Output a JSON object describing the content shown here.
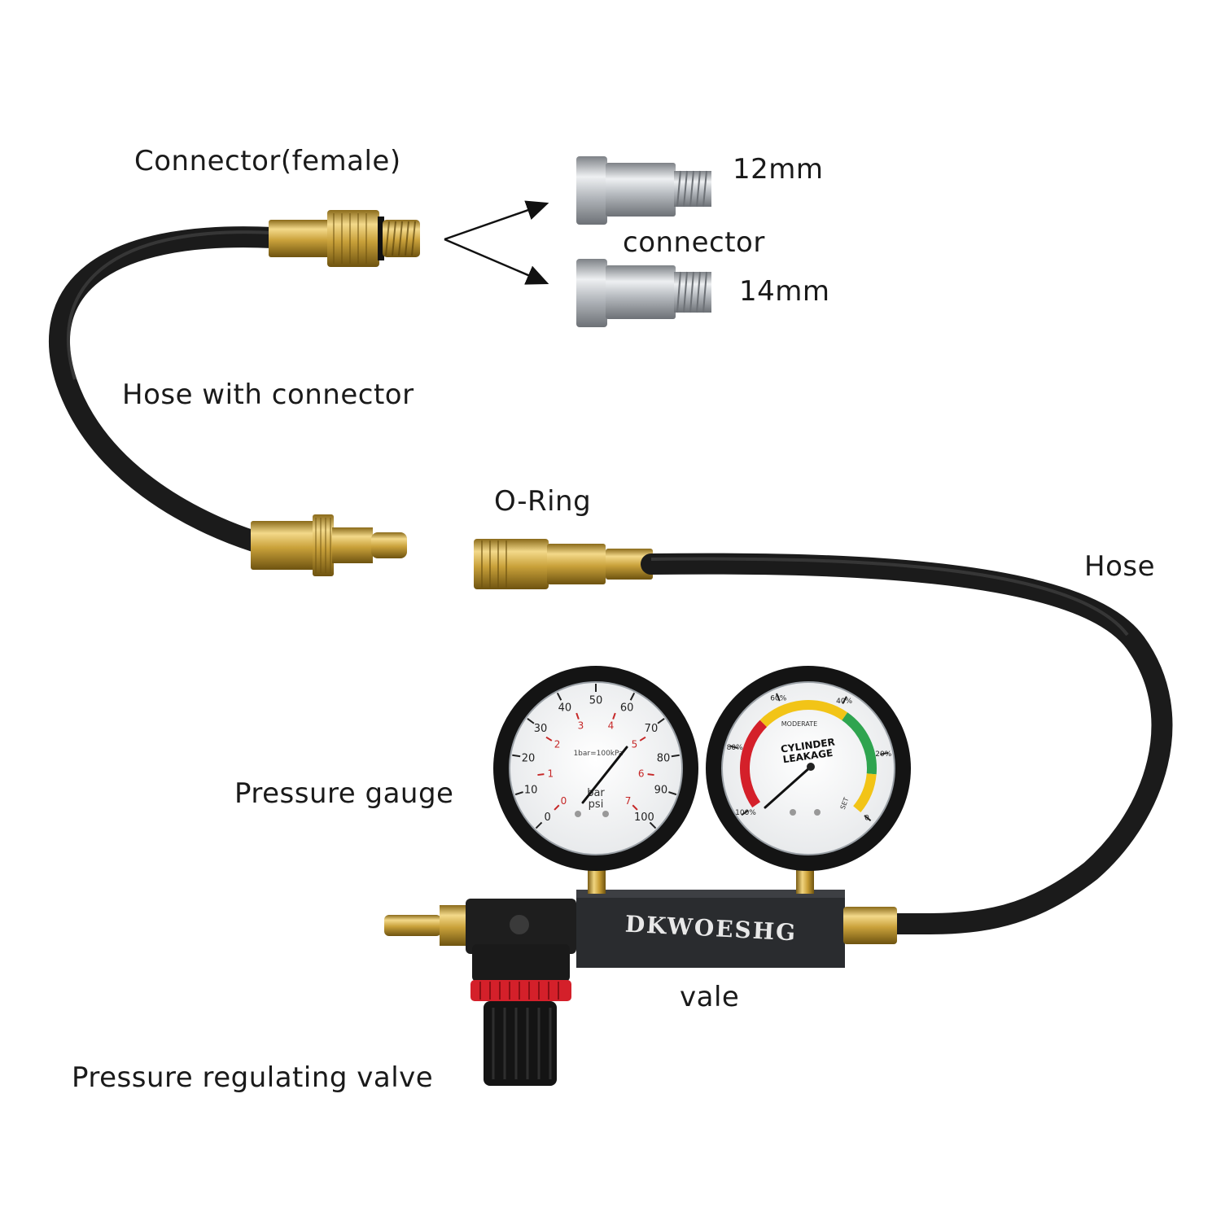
{
  "labels": {
    "connector_female": "Connector(female)",
    "size_12mm": "12mm",
    "connector": "connector",
    "size_14mm": "14mm",
    "hose_with_connector": "Hose with connector",
    "o_ring": "O-Ring",
    "hose": "Hose",
    "pressure_gauge": "Pressure gauge",
    "vale": "vale",
    "pressure_regulating_valve": "Pressure regulating valve"
  },
  "brand": "DKWOESHG",
  "pressure_gauge": {
    "outer_ticks": [
      "0",
      "10",
      "20",
      "30",
      "40",
      "50",
      "60",
      "70",
      "80",
      "90",
      "100"
    ],
    "inner_ticks": [
      "0",
      "1",
      "2",
      "3",
      "4",
      "5",
      "6",
      "7"
    ],
    "unit_inner": "bar",
    "unit_outer": "psi",
    "note": "1bar=100kPa"
  },
  "leakage_gauge": {
    "title_line1": "CYLINDER",
    "title_line2": "LEAKAGE",
    "zone_label": "MODERATE",
    "set_label": "SET",
    "ticks": [
      "100%",
      "80%",
      "60%",
      "40%",
      "20%",
      "0"
    ]
  },
  "colors": {
    "hose": "#1b1b1b",
    "brass": "#c9a13a",
    "steel": "#b9bcc0",
    "zone_red": "#d4202a",
    "zone_yellow": "#f2c417",
    "zone_green": "#2fa44f"
  }
}
